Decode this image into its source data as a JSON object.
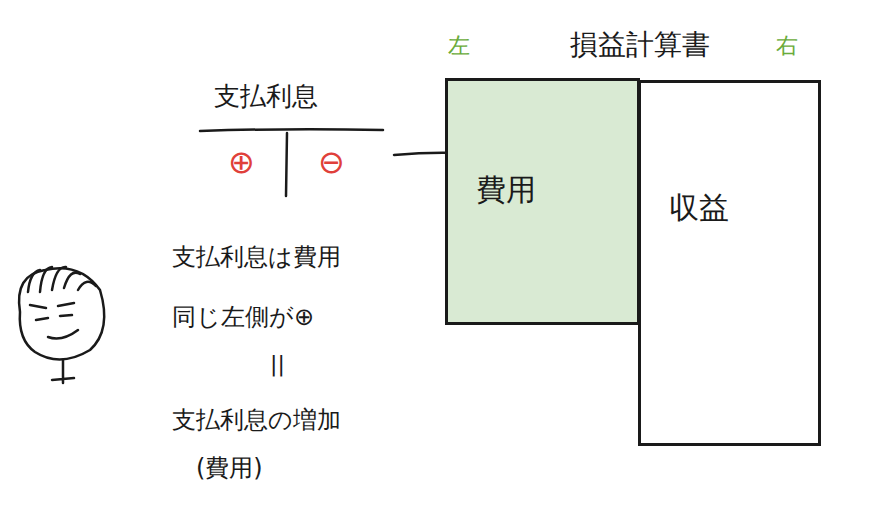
{
  "diagram": {
    "title": "損益計算書",
    "nodes": [
      {
        "text": [
          "費用"
        ]
      },
      {
        "text": [
          "収益"
        ]
      }
    ],
    "labels": [
      "左",
      "右",
      "支払利息",
      "⊕",
      "⊖",
      "支払利息は費用",
      "同じ左側が⊕",
      "||",
      "支払利息の増加",
      "(費用)"
    ]
  }
}
